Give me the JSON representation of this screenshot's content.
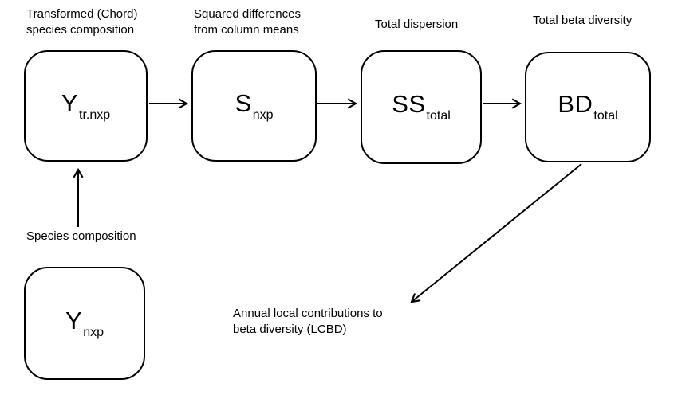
{
  "diagram": {
    "colors": {
      "stroke": "#000000",
      "background": "#ffffff",
      "text": "#000000"
    },
    "nodes": [
      {
        "id": "transformed-species-composition",
        "caption_lines": [
          "Transformed (Chord)",
          "species composition"
        ],
        "symbol": "Y",
        "subscript": "tr.nxp"
      },
      {
        "id": "squared-differences",
        "caption_lines": [
          "Squared differences",
          "from column means"
        ],
        "symbol": "S",
        "subscript": "nxp"
      },
      {
        "id": "total-dispersion",
        "caption_lines": [
          "Total dispersion"
        ],
        "symbol": "SS",
        "subscript": "total"
      },
      {
        "id": "total-beta-diversity",
        "caption_lines": [
          "Total beta diversity"
        ],
        "symbol": "BD",
        "subscript": "total"
      },
      {
        "id": "species-composition",
        "caption_lines": [
          "Species composition"
        ],
        "symbol": "Y",
        "subscript": "nxp"
      }
    ],
    "annotations": [
      {
        "id": "lcbd",
        "lines": [
          "Annual local contributions to",
          "beta diversity (LCBD)"
        ]
      }
    ],
    "edges": [
      {
        "from": "transformed-species-composition",
        "to": "squared-differences"
      },
      {
        "from": "squared-differences",
        "to": "total-dispersion"
      },
      {
        "from": "total-dispersion",
        "to": "total-beta-diversity"
      },
      {
        "from": "species-composition",
        "to": "transformed-species-composition"
      },
      {
        "from": "total-beta-diversity",
        "to": "lcbd"
      }
    ]
  }
}
